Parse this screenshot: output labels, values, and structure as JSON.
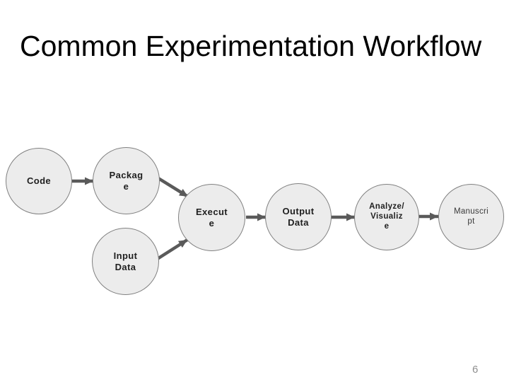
{
  "slide": {
    "title": "Common Experimentation Workflow",
    "page_number": "6"
  },
  "diagram": {
    "type": "flowchart",
    "nodes": [
      {
        "id": "code",
        "label": "Code"
      },
      {
        "id": "package",
        "label": "Packag\ne"
      },
      {
        "id": "input-data",
        "label": "Input\nData"
      },
      {
        "id": "execute",
        "label": "Execut\ne"
      },
      {
        "id": "output-data",
        "label": "Output\nData"
      },
      {
        "id": "analyze-visualize",
        "label": "Analyze/\nVisualiz\ne"
      },
      {
        "id": "manuscript",
        "label": "Manuscri\npt"
      }
    ],
    "edges": [
      {
        "from": "code",
        "to": "package"
      },
      {
        "from": "package",
        "to": "execute"
      },
      {
        "from": "input-data",
        "to": "execute"
      },
      {
        "from": "execute",
        "to": "output-data"
      },
      {
        "from": "output-data",
        "to": "analyze-visualize"
      },
      {
        "from": "analyze-visualize",
        "to": "manuscript"
      }
    ],
    "colors": {
      "node_fill": "#ececec",
      "node_border": "#808080",
      "arrow": "#5a5a5a",
      "title_text": "#000000",
      "node_text": "#1f1f1f",
      "page_number_text": "#8f8f8f",
      "background": "#ffffff"
    }
  }
}
